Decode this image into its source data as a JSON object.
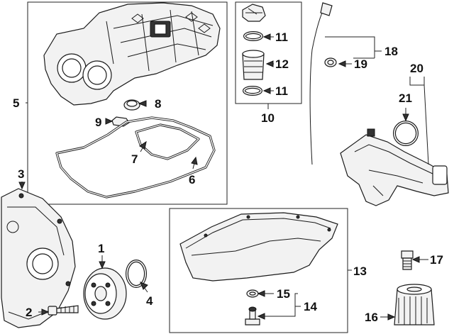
{
  "callouts": {
    "c1": "1",
    "c2": "2",
    "c3": "3",
    "c4": "4",
    "c5": "5",
    "c6": "6",
    "c7": "7",
    "c8": "8",
    "c9": "9",
    "c10": "10",
    "c11a": "11",
    "c11b": "11",
    "c12": "12",
    "c13": "13",
    "c14": "14",
    "c15": "15",
    "c16": "16",
    "c17": "17",
    "c18": "18",
    "c19": "19",
    "c20": "20",
    "c21": "21"
  },
  "parts": [
    "timing-chain-cover-balancer",
    "balancer-bolt",
    "timing-cover",
    "timing-cover-seal",
    "valve-cover-assembly",
    "valve-cover-gasket-outer",
    "valve-cover-gasket-inner",
    "valve-cover-seal",
    "valve-cover-clip",
    "oil-filler-tube-assembly",
    "filler-tube-o-ring",
    "filler-tube",
    "oil-pan",
    "drain-plug-assembly",
    "drain-plug-washer",
    "oil-filter",
    "oil-filter-adapter",
    "oil-dipstick-assembly",
    "dipstick-seal",
    "intake-manifold-assembly",
    "intake-manifold-gasket"
  ],
  "colors": {
    "ink": "#1a1a1a",
    "fill": "#f2f2f2",
    "background": "#ffffff"
  }
}
